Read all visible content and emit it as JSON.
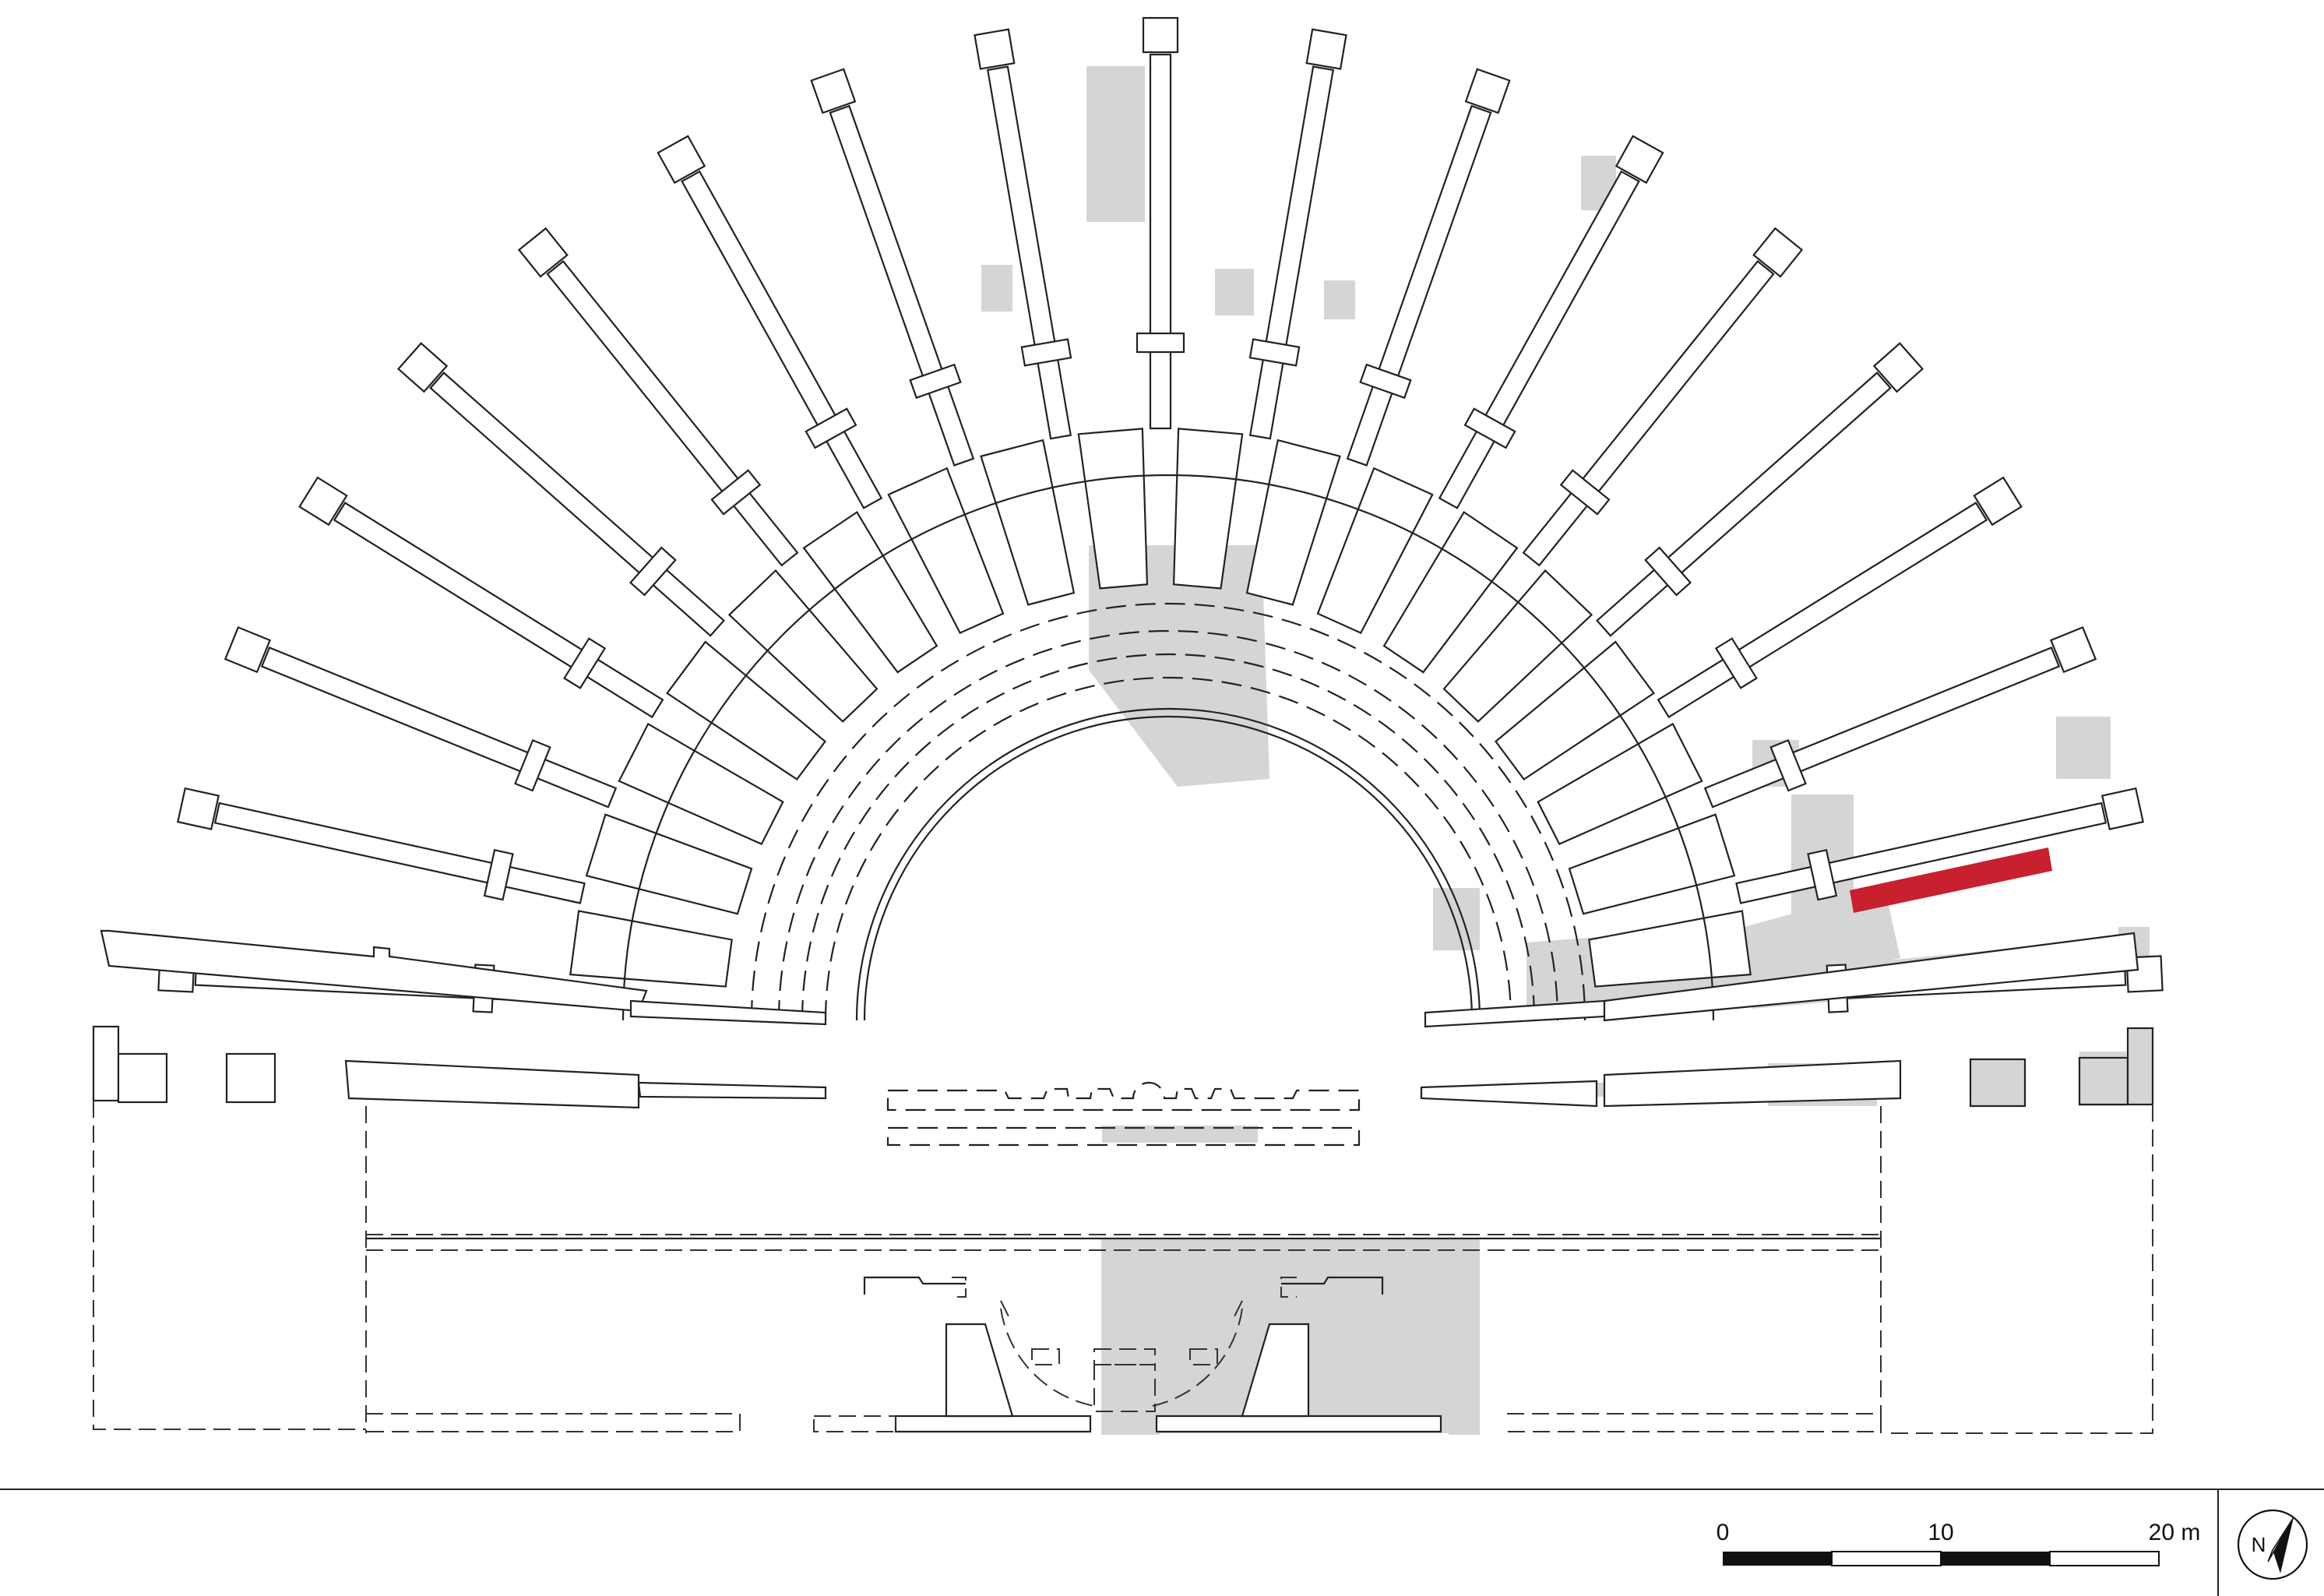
{
  "colors": {
    "line": "#222222",
    "restored_fill": "#d5d5d5",
    "highlight": "#c8202e",
    "background": "#ffffff"
  },
  "scale_bar": {
    "labels": [
      "0",
      "10",
      "20 m"
    ]
  },
  "north_arrow": {
    "label": "N",
    "icon": "north-arrow-icon"
  }
}
